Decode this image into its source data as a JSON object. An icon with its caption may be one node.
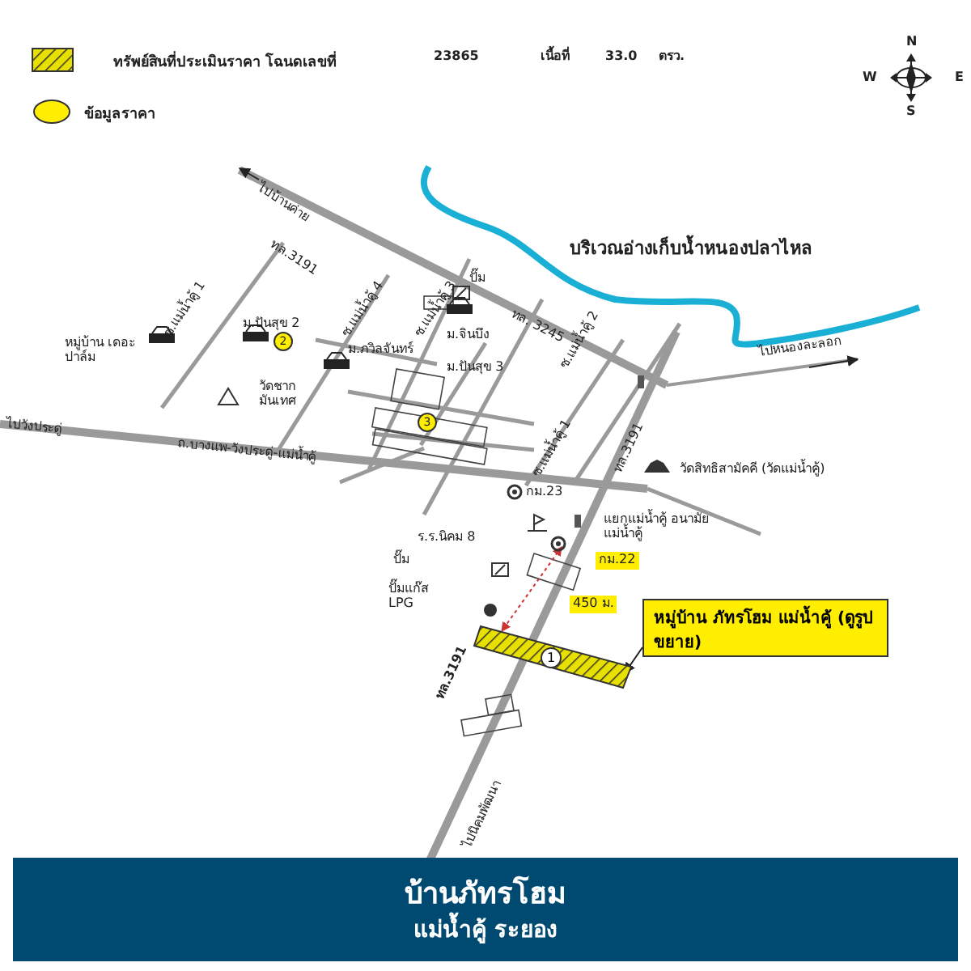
{
  "diagram": {
    "title": "บ้านภัทรโฮม",
    "caption": "แม่น้ำคู้ ระยอง",
    "nodes": [
      {
        "text": [
          "หมู่บ้าน ภัทรโฮม แม่น้ำคู้ (ดูรูปขยาย)"
        ]
      },
      {
        "text": [
          "1"
        ]
      }
    ],
    "edges": [
      {
        "from": 0,
        "to": 1,
        "arrow": "to"
      }
    ],
    "labels": [
      "23865",
      "เนื้อที่",
      "33.0",
      "ตรว.",
      "N",
      "W",
      "E",
      "S",
      "ไปบ้านค่าย",
      "ทล.3191",
      "บริเวณอ่างเก็บน้ำหนองปลาไหล",
      "ปั๊ม",
      "ทล. 3245",
      "ซ.แม่น้ำคู้ 1",
      "ซ.แม่น้ำคู้ 4",
      "ซ.แม่น้ำคู้ 3",
      "ม.ปันสุข 2",
      "2",
      "หมู่บ้าน เดอะปาล์ม",
      "ม.จินบึง",
      "ม.ภวิลจันทร์",
      "ม.ปันสุข 3",
      "ไปหนองละลอก",
      "ซ.แม่น้ำคู้ 2",
      "ซ.แม่น้ำคู้ 1",
      "วัดชาก มันเทศ",
      "3",
      "ไปวังประดู่",
      "ถ.บางแพ-วังประดู่-แม่น้ำคู้",
      "ทล.3191",
      "กม.23",
      "วัดสิทธิสามัคคี (วัดแม่น้ำคู้)",
      "แยกแม่น้ำคู้ อนามัยแม่น้ำคู้",
      "ร.ร.นิคม 8",
      "กม.22",
      "ปั๊ม",
      "ปั๊มแก๊ส LPG",
      "450 ม.",
      "ทล.3191",
      "ไปนิคมพัฒนา"
    ],
    "legend": [
      {
        "text": "ทรัพย์สินที่ประเมินราคา โฉนดเลขที่"
      },
      {
        "text": "ข้อมูลราคา"
      }
    ]
  }
}
